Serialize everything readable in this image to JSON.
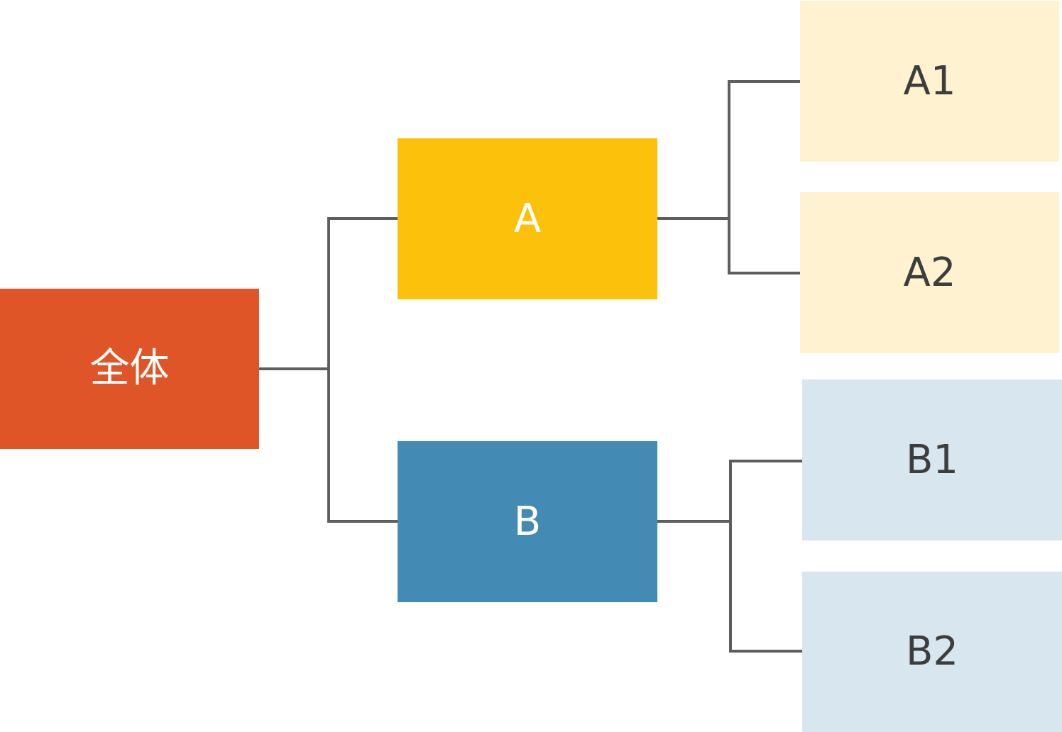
{
  "diagram": {
    "line_color": "#5e5e5e",
    "root": {
      "label": "全体",
      "fill": "#e05527",
      "text_color": "#ffffff"
    },
    "branches": [
      {
        "label": "A",
        "fill": "#fcc10a",
        "text_color": "#ffffff",
        "children": [
          {
            "label": "A1",
            "fill": "#fef2d0",
            "text_color": "#3d3d3d"
          },
          {
            "label": "A2",
            "fill": "#fef2d0",
            "text_color": "#3d3d3d"
          }
        ]
      },
      {
        "label": "B",
        "fill": "#438ab4",
        "text_color": "#ffffff",
        "children": [
          {
            "label": "B1",
            "fill": "#d8e6ef",
            "text_color": "#3d3d3d"
          },
          {
            "label": "B2",
            "fill": "#d8e6ef",
            "text_color": "#3d3d3d"
          }
        ]
      }
    ]
  }
}
